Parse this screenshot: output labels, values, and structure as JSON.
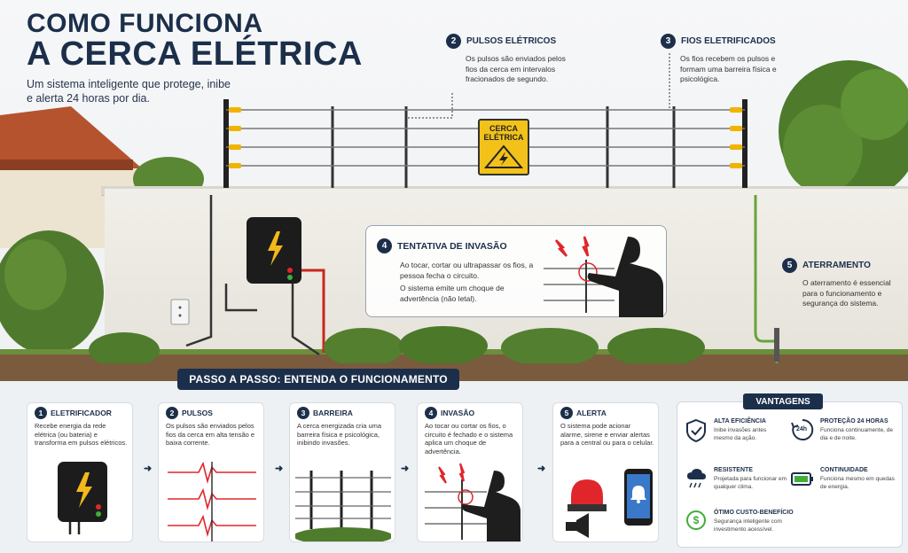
{
  "header": {
    "title_line1": "COMO FUNCIONA",
    "title_line2": "A CERCA ELÉTRICA",
    "subtitle": "Um sistema inteligente que protege, inibe e alerta 24 horas por dia."
  },
  "callouts": [
    {
      "num": "2",
      "title": "PULSOS ELÉTRICOS",
      "text": "Os pulsos são enviados pelos fios da cerca em intervalos fracionados de segundo."
    },
    {
      "num": "3",
      "title": "FIOS ELETRIFICADOS",
      "text": "Os fios recebem os pulsos e formam uma barreira física e psicológica."
    },
    {
      "num": "5",
      "title": "ATERRAMENTO",
      "text": "O aterramento é essencial para o funcionamento e segurança do sistema."
    }
  ],
  "sign": {
    "line1": "CERCA",
    "line2": "ELÉTRICA"
  },
  "invasion": {
    "num": "4",
    "title": "TENTATIVA DE INVASÃO",
    "text1": "Ao tocar, cortar ou ultrapassar os fios, a pessoa fecha o circuito.",
    "text2": "O sistema emite um choque de advertência (não letal)."
  },
  "steps_banner": "PASSO A PASSO: ENTENDA O FUNCIONAMENTO",
  "steps": [
    {
      "num": "1",
      "title": "ELETRIFICADOR",
      "text": "Recebe energia da rede elétrica (ou bateria) e transforma em pulsos elétricos."
    },
    {
      "num": "2",
      "title": "PULSOS",
      "text": "Os pulsos são enviados pelos fios da cerca em alta tensão e baixa corrente."
    },
    {
      "num": "3",
      "title": "BARREIRA",
      "text": "A cerca energizada cria uma barreira física e psicológica, inibindo invasões."
    },
    {
      "num": "4",
      "title": "INVASÃO",
      "text": "Ao tocar ou cortar os fios, o circuito é fechado e o sistema aplica um choque de advertência."
    },
    {
      "num": "5",
      "title": "ALERTA",
      "text": "O sistema pode acionar alarme, sirene e enviar alertas para a central ou para o celular."
    }
  ],
  "advantages": {
    "banner": "VANTAGENS",
    "items": [
      {
        "title": "ALTA EFICIÊNCIA",
        "text": "Inibe invasões antes mesmo da ação.",
        "icon": "shield-check-icon"
      },
      {
        "title": "PROTEÇÃO 24 HORAS",
        "text": "Funciona continuamente, de dia e de noite.",
        "icon": "clock-24h-icon",
        "badge": "24h"
      },
      {
        "title": "RESISTENTE",
        "text": "Projetada para funcionar em qualquer clima.",
        "icon": "rain-cloud-icon"
      },
      {
        "title": "CONTINUIDADE",
        "text": "Funciona mesmo em quedas de energia.",
        "icon": "battery-icon"
      },
      {
        "title": "ÓTIMO CUSTO-BENEFÍCIO",
        "text": "Segurança inteligente com investimento acessível.",
        "icon": "dollar-icon"
      }
    ]
  },
  "colors": {
    "navy": "#1c2f4a",
    "warning_yellow": "#f3c21a",
    "pulse_red": "#e0262b",
    "led_green": "#3fae3a"
  }
}
